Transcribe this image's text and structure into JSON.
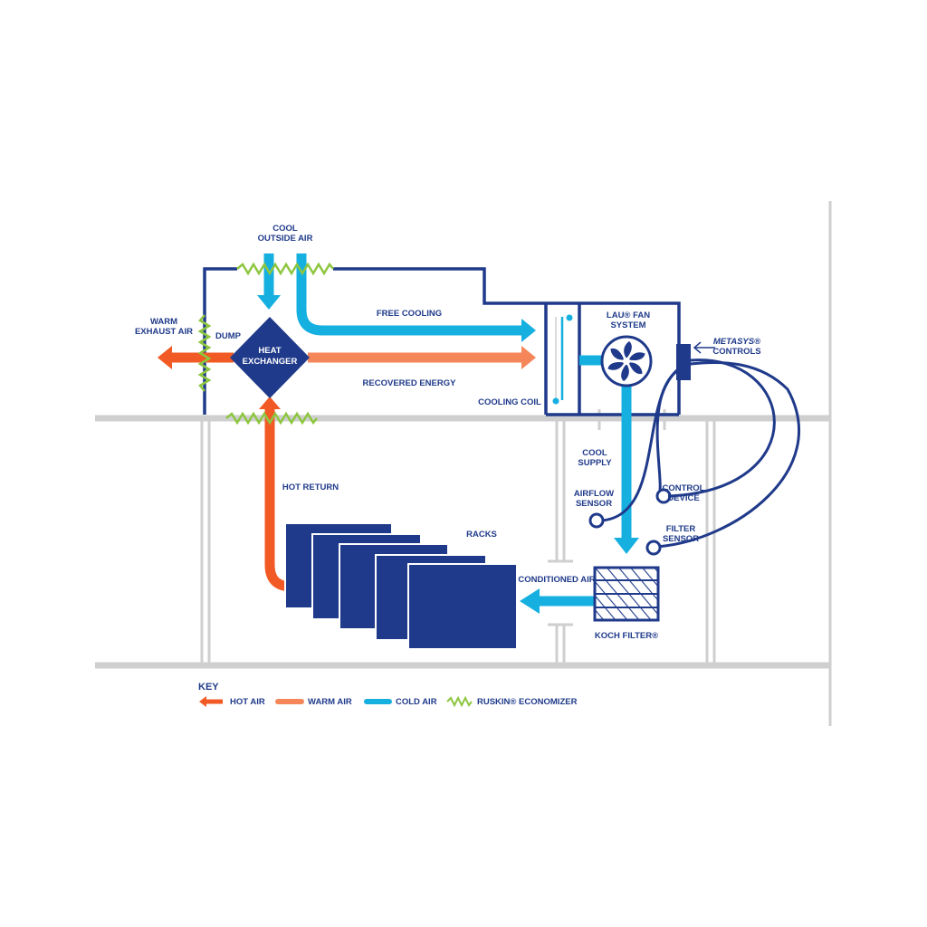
{
  "labels": {
    "cool_outside_air_1": "COOL",
    "cool_outside_air_2": "OUTSIDE AIR",
    "warm_exhaust_air_1": "WARM",
    "warm_exhaust_air_2": "EXHAUST AIR",
    "dump": "DUMP",
    "heat_exchanger_1": "HEAT",
    "heat_exchanger_2": "EXCHANGER",
    "free_cooling": "FREE COOLING",
    "recovered_energy": "RECOVERED ENERGY",
    "lau_fan_1": "LAU® FAN",
    "lau_fan_2": "SYSTEM",
    "metasys_1": "METASYS®",
    "metasys_2": "CONTROLS",
    "cooling_coil": "COOLING COIL",
    "cool_supply_1": "COOL",
    "cool_supply_2": "SUPPLY",
    "hot_return": "HOT RETURN",
    "airflow_sensor_1": "AIRFLOW",
    "airflow_sensor_2": "SENSOR",
    "control_device_1": "CONTROL",
    "control_device_2": "DEVICE",
    "filter_sensor_1": "FILTER",
    "filter_sensor_2": "SENSOR",
    "racks": "RACKS",
    "conditioned_air": "CONDITIONED AIR",
    "koch_filter": "KOCH FILTER®"
  },
  "key": {
    "title": "KEY",
    "items": [
      {
        "label": "HOT AIR",
        "color": "#f15a24",
        "icon": "arrow-icon"
      },
      {
        "label": "WARM AIR",
        "color": "#f5865a",
        "icon": "arrow-icon"
      },
      {
        "label": "COLD AIR",
        "color": "#16b0e0",
        "icon": "arrow-icon"
      },
      {
        "label": "RUSKIN® ECONOMIZER",
        "color": "#8dc63f",
        "icon": "zigzag-icon"
      }
    ]
  },
  "colors": {
    "navy": "#1f3a8a",
    "hot": "#f15a24",
    "warm": "#f5865a",
    "cold": "#16b0e0",
    "economizer": "#8dc63f",
    "structure": "#cfcfcf"
  }
}
